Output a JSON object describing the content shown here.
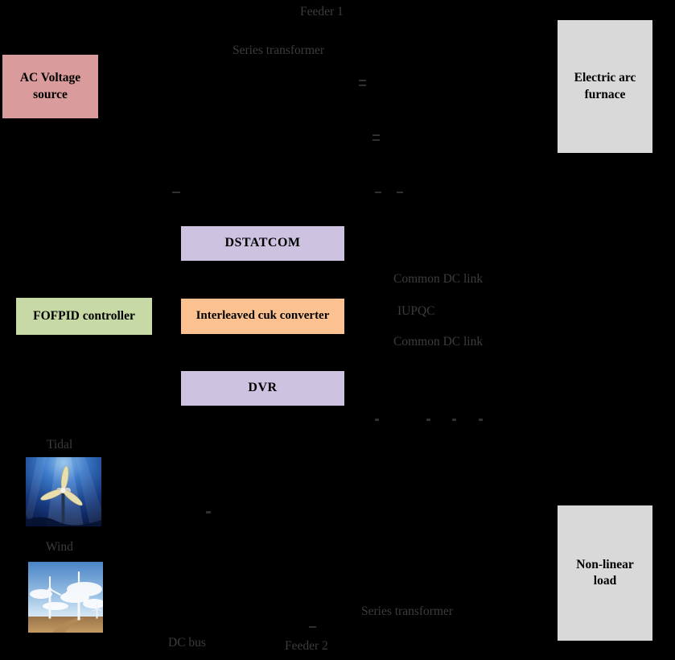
{
  "diagram": {
    "background": "#000000",
    "faint_text_color": "#3c3c3c",
    "labels": {
      "feeder_1": "Feeder 1",
      "series_transformer_top": "Series transformer",
      "common_dc_link_top": "Common DC link",
      "iupqc": "IUPQC",
      "common_dc_link_bottom": "Common DC link",
      "tidal": "Tidal",
      "wind": "Wind",
      "series_transformer_bottom": "Series transformer",
      "dc_bus": "DC bus",
      "feeder_2": "Feeder 2"
    },
    "blocks": {
      "ac_voltage_source": {
        "label": "AC Voltage source",
        "color": "#d99b9b"
      },
      "electric_arc_furnace": {
        "label": "Electric arc furnace",
        "color": "#d9d9d9"
      },
      "dstatcom": {
        "label": "DSTATCOM",
        "color": "#cdc2e0"
      },
      "fofpid_controller": {
        "label": "FOFPID controller",
        "color": "#c7d9a4"
      },
      "interleaved_cuk_converter": {
        "label": "Interleaved cuk converter",
        "color": "#fbc190"
      },
      "dvr": {
        "label": "DVR",
        "color": "#cdc2e0"
      },
      "non_linear_load": {
        "label": "Non-linear load",
        "color": "#d9d9d9"
      }
    },
    "images": {
      "tidal_photo": {
        "icon": "tidal-turbine-photo"
      },
      "wind_photo": {
        "icon": "wind-turbines-photo"
      }
    }
  }
}
